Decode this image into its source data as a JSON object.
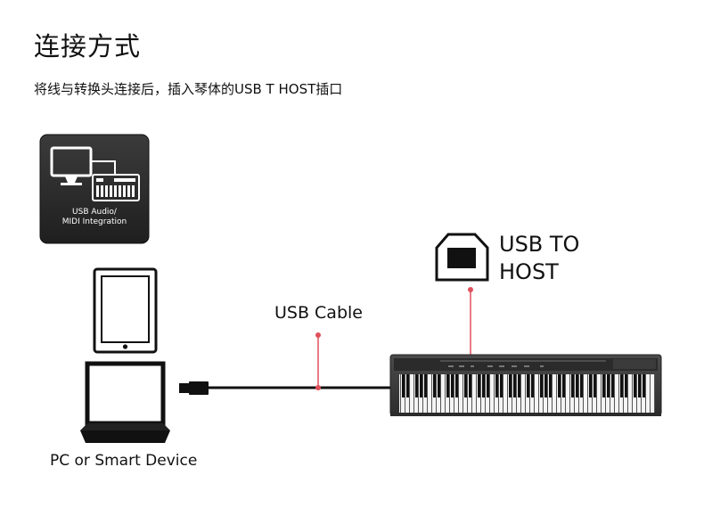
{
  "header": {
    "title": "连接方式",
    "subtitle": "将线与转换头连接后，插入琴体的USB T HOST插口"
  },
  "badge": {
    "line1": "USB Audio/",
    "line2": "MIDI Integration",
    "icon": "usb-audio-midi-icon"
  },
  "port": {
    "label_line1": "USB TO",
    "label_line2": "HOST",
    "icon": "usb-b-port-icon"
  },
  "cable": {
    "label": "USB Cable"
  },
  "device": {
    "label": "PC or Smart Device",
    "icons": [
      "tablet-icon",
      "laptop-icon"
    ]
  },
  "piano": {
    "icon": "digital-piano-icon"
  },
  "colors": {
    "pointer": "#e0505a",
    "badge_bg": "#2f2f2f",
    "line": "#111111"
  }
}
